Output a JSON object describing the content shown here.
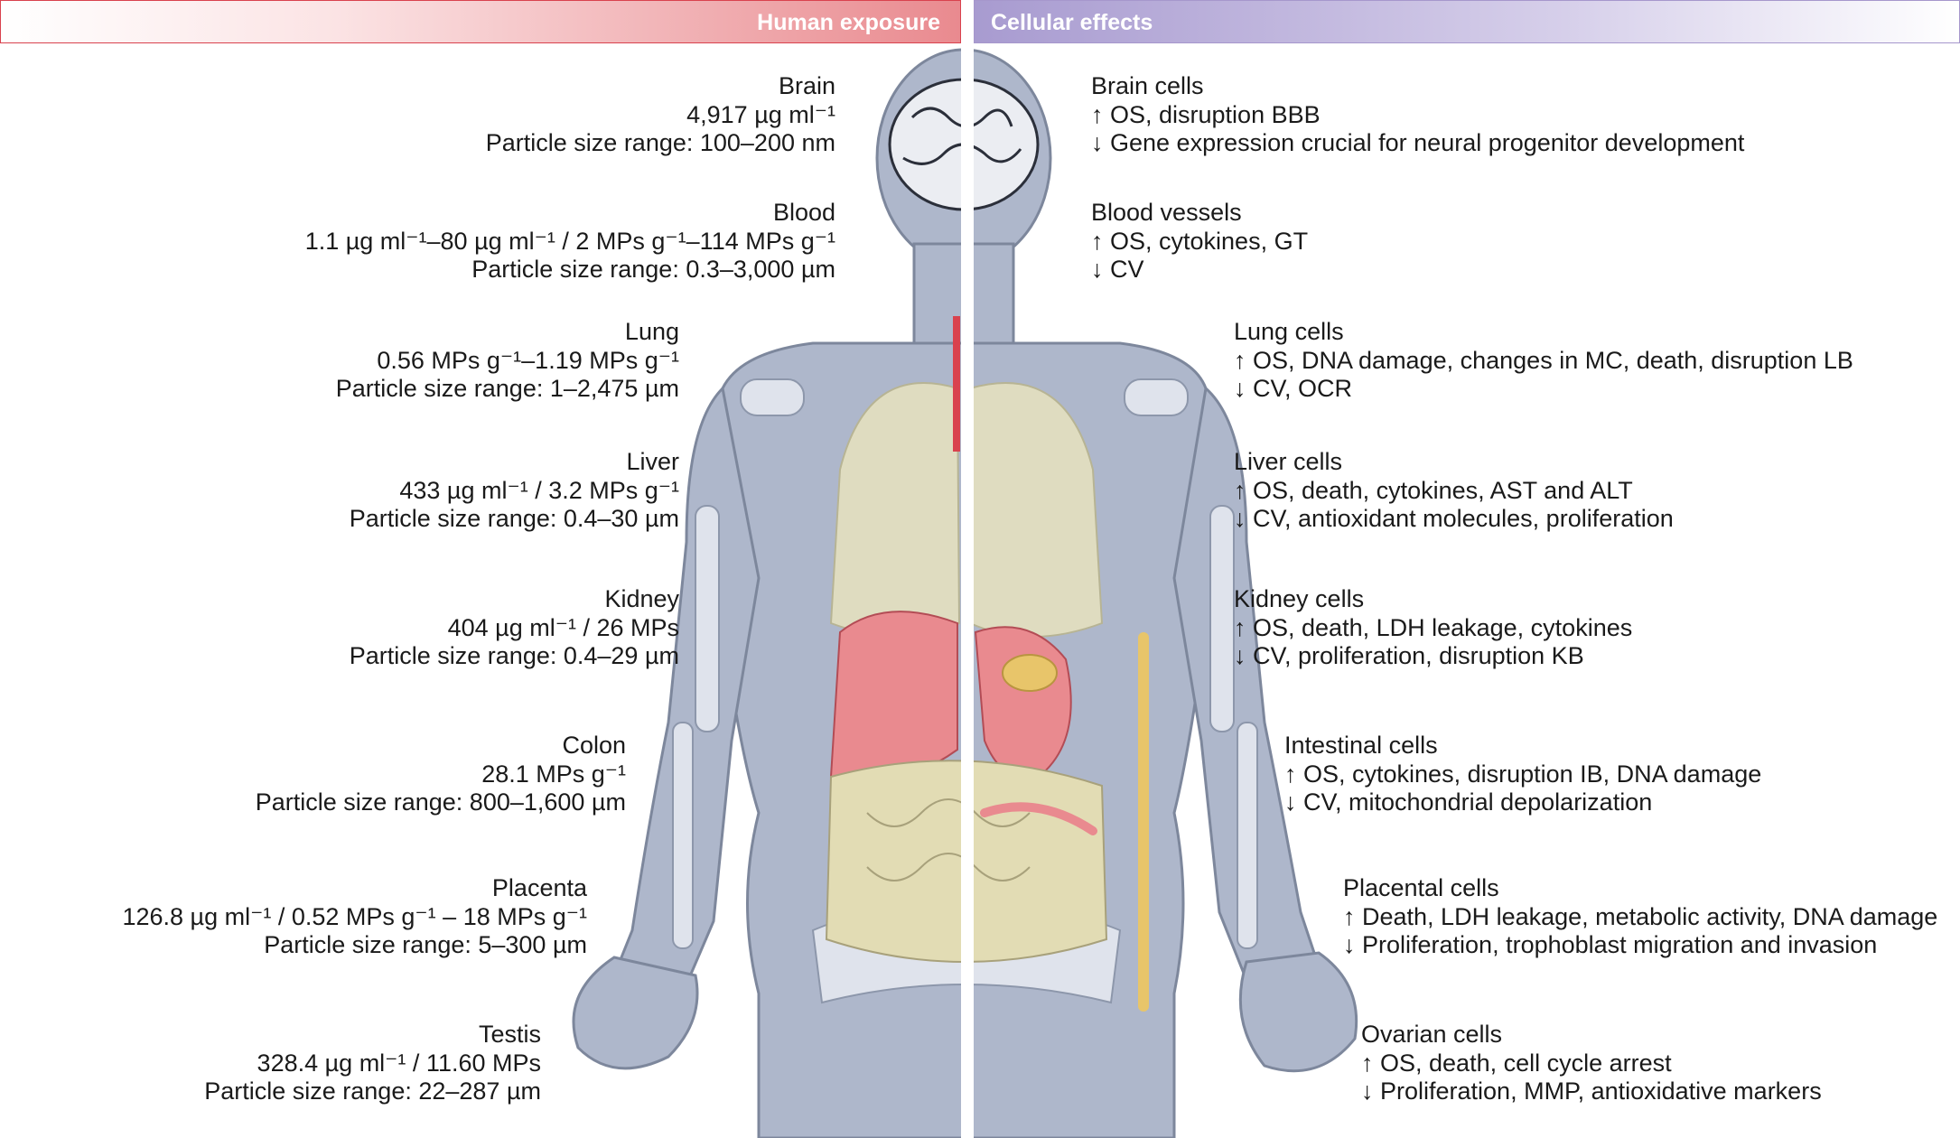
{
  "headers": {
    "left": "Human exposure",
    "right": "Cellular effects"
  },
  "exposure": [
    {
      "organ": "Brain",
      "concentration": "4,917 µg ml⁻¹",
      "size": "Particle size range: 100–200 nm"
    },
    {
      "organ": "Blood",
      "concentration": "1.1 µg ml⁻¹–80 µg ml⁻¹ / 2 MPs g⁻¹–114 MPs g⁻¹",
      "size": "Particle size range: 0.3–3,000 µm"
    },
    {
      "organ": "Lung",
      "concentration": "0.56 MPs g⁻¹–1.19 MPs g⁻¹",
      "size": "Particle size range: 1–2,475 µm"
    },
    {
      "organ": "Liver",
      "concentration": "433 µg ml⁻¹ / 3.2 MPs g⁻¹",
      "size": "Particle size range: 0.4–30 µm"
    },
    {
      "organ": "Kidney",
      "concentration": "404 µg ml⁻¹ / 26 MPs",
      "size": "Particle size range: 0.4–29 µm"
    },
    {
      "organ": "Colon",
      "concentration": "28.1 MPs g⁻¹",
      "size": "Particle size range: 800–1,600 µm"
    },
    {
      "organ": "Placenta",
      "concentration": "126.8 µg ml⁻¹ / 0.52 MPs g⁻¹ – 18 MPs g⁻¹",
      "size": "Particle size range: 5–300 µm"
    },
    {
      "organ": "Testis",
      "concentration": "328.4 µg ml⁻¹ / 11.60 MPs",
      "size": "Particle size range: 22–287 µm"
    }
  ],
  "effects": [
    {
      "cell": "Brain cells",
      "up": "↑ OS, disruption BBB",
      "down": "↓ Gene expression crucial for neural progenitor development"
    },
    {
      "cell": "Blood vessels",
      "up": "↑ OS, cytokines, GT",
      "down": "↓ CV"
    },
    {
      "cell": "Lung cells",
      "up": "↑ OS, DNA damage, changes in MC, death, disruption LB",
      "down": "↓ CV, OCR"
    },
    {
      "cell": "Liver cells",
      "up": "↑ OS, death, cytokines, AST and ALT",
      "down": "↓ CV, antioxidant molecules, proliferation"
    },
    {
      "cell": "Kidney cells",
      "up": "↑ OS, death, LDH leakage, cytokines",
      "down": "↓ CV, proliferation, disruption KB"
    },
    {
      "cell": "Intestinal cells",
      "up": "↑ OS, cytokines, disruption IB, DNA damage",
      "down": "↓ CV, mitochondrial depolarization"
    },
    {
      "cell": "Placental cells",
      "up": "↑ Death, LDH leakage, metabolic activity, DNA damage",
      "down": "↓ Proliferation, trophoblast migration and invasion"
    },
    {
      "cell": "Ovarian cells",
      "up": "↑ OS, death, cell cycle arrest",
      "down": "↓ Proliferation, MMP, antioxidative markers"
    }
  ],
  "colors": {
    "left_header_border": "#d9424e",
    "right_header_border": "#a697cc",
    "body_fill": "#aeb7cb",
    "body_outline": "#7d879c",
    "bone": "#dfe3ec",
    "lung": "#e5e1bf",
    "organ_red": "#e98a8f",
    "intestine": "#e2dcb4"
  }
}
